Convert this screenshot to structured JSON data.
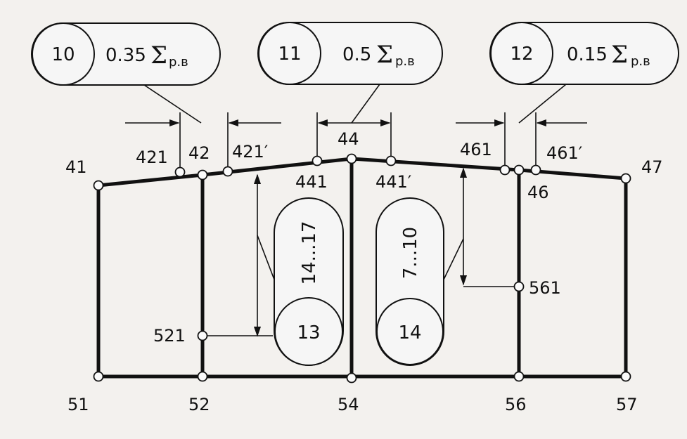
{
  "callouts": [
    {
      "number": "10",
      "coef": "0.35",
      "sigma": "Σ",
      "sub": "р.в"
    },
    {
      "number": "11",
      "coef": "0.5",
      "sigma": "Σ",
      "sub": "р.в"
    },
    {
      "number": "12",
      "coef": "0.15",
      "sigma": "Σ",
      "sub": "р.в"
    }
  ],
  "nodes": {
    "n41": "41",
    "n42": "42",
    "n44": "44",
    "n46": "46",
    "n47": "47",
    "n51": "51",
    "n52": "52",
    "n54": "54",
    "n56": "56",
    "n57": "57",
    "n421": "421",
    "n421p": "421′",
    "n441": "441",
    "n441p": "441′",
    "n461": "461",
    "n461p": "461′",
    "n521": "521",
    "n561": "561"
  },
  "ranges": [
    {
      "number": "13",
      "range": "14...17"
    },
    {
      "number": "14",
      "range": "7...10"
    }
  ]
}
